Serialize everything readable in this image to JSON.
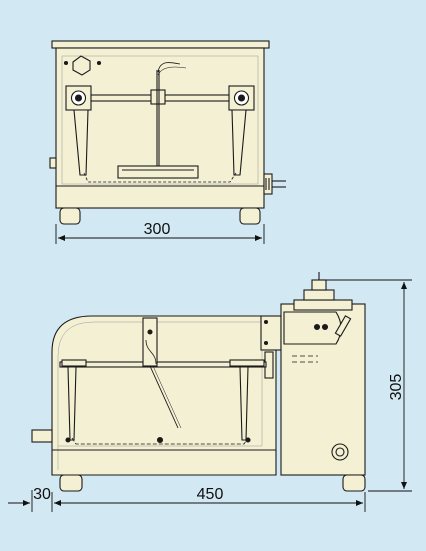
{
  "dimensions": {
    "front_width": "300",
    "side_length": "450",
    "side_offset": "30",
    "side_height": "305"
  },
  "colors": {
    "background": "#d2e8f3",
    "body_fill": "#f3f0d3",
    "line": "#1a1a1a"
  }
}
